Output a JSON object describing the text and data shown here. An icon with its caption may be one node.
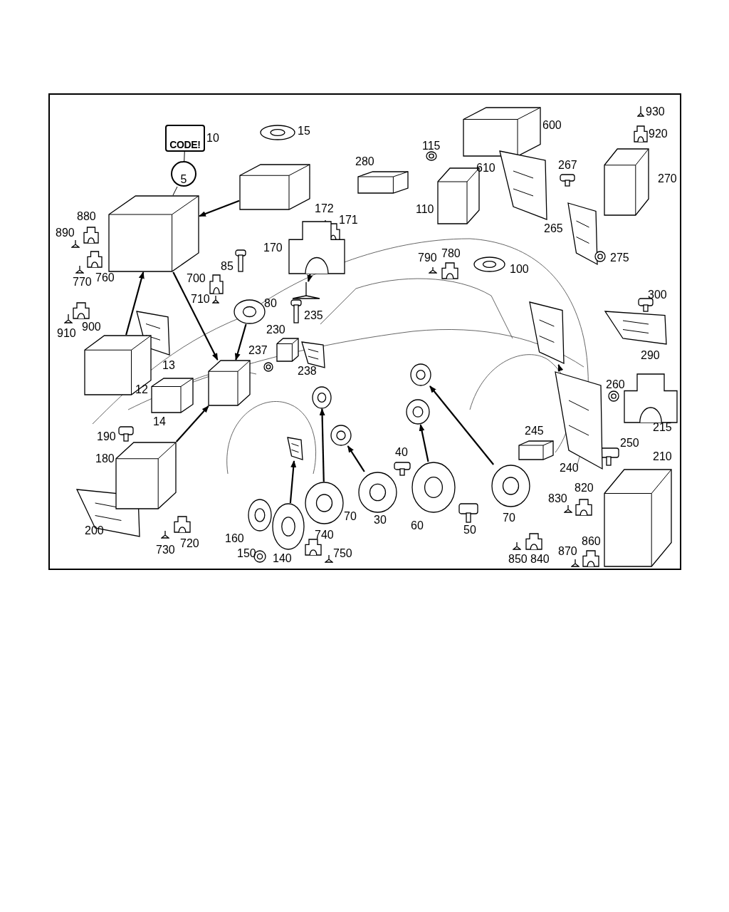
{
  "diagram": {
    "nodes": [
      {
        "text": [
          "CODE!"
        ]
      },
      {
        "text": [
          "5"
        ]
      },
      {
        "text": [],
        "shape": "box"
      },
      {
        "text": [],
        "shape": "box"
      },
      {
        "text": [],
        "shape": "box"
      },
      {
        "text": [],
        "shape": "box"
      },
      {
        "text": [],
        "shape": "box"
      },
      {
        "text": [],
        "shape": "picture"
      },
      {
        "text": [],
        "shape": "picture"
      },
      {
        "text": [],
        "shape": "picture"
      },
      {
        "text": [],
        "shape": "picture"
      },
      {
        "text": [],
        "shape": "picture"
      },
      {
        "text": [],
        "shape": "picture"
      },
      {
        "text": [],
        "shape": "picture"
      },
      {
        "text": [],
        "shape": "picture"
      },
      {
        "text": [],
        "shape": "picture"
      },
      {
        "text": [],
        "shape": "picture"
      },
      {
        "text": [],
        "shape": "picture"
      },
      {
        "text": [],
        "shape": "picture"
      },
      {
        "text": [],
        "shape": "picture"
      },
      {
        "text": [],
        "shape": "picture"
      },
      {
        "text": [],
        "shape": "picture"
      }
    ],
    "edges": [
      {
        "from": 3,
        "to": 2,
        "arrow": "to"
      },
      {
        "from": 2,
        "to": 4,
        "arrow": "to"
      },
      {
        "from": 6,
        "to": 4,
        "arrow": "to"
      },
      {
        "from": 5,
        "to": 2,
        "arrow": "to"
      },
      {
        "from": 7,
        "to": 8,
        "arrow": "to"
      },
      {
        "from": 9,
        "to": 4,
        "arrow": "to"
      },
      {
        "from": 11,
        "to": 10,
        "arrow": "to"
      },
      {
        "from": 12,
        "to": 13,
        "arrow": "to"
      },
      {
        "from": 14,
        "to": 15,
        "arrow": "to"
      },
      {
        "from": 16,
        "to": 17,
        "arrow": "to"
      },
      {
        "from": 18,
        "to": 19,
        "arrow": "to"
      },
      {
        "from": 20,
        "to": 21,
        "arrow": "to"
      },
      {
        "from": 0,
        "to": 1,
        "arrow": "none"
      },
      {
        "from": 1,
        "to": 2,
        "arrow": "none"
      }
    ],
    "labels": [
      "10",
      "15",
      "600",
      "930",
      "920",
      "115",
      "280",
      "267",
      "270",
      "610",
      "172",
      "171",
      "880",
      "890",
      "110",
      "265",
      "170",
      "790",
      "780",
      "85",
      "275",
      "100",
      "700",
      "770",
      "760",
      "300",
      "710",
      "80",
      "235",
      "910",
      "900",
      "230",
      "290",
      "237",
      "13",
      "238",
      "260",
      "12",
      "14",
      "215",
      "245",
      "190",
      "250",
      "40",
      "180",
      "210",
      "240",
      "820",
      "830",
      "70",
      "30",
      "70",
      "60",
      "50",
      "200",
      "740",
      "160",
      "720",
      "730",
      "860",
      "870",
      "150",
      "750",
      "850",
      "840",
      "140"
    ]
  }
}
